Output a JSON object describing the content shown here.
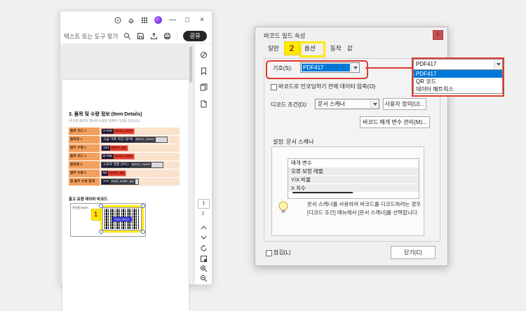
{
  "viewer": {
    "toolbar": {
      "search_label": "텍스트 또는 도구 찾기",
      "share_label": "공유"
    },
    "pager": {
      "current": "1",
      "total": "2"
    },
    "doc": {
      "heading": "3. 품목 및 수량 정보 (Item Details)",
      "subheading": "(주문할 품목의 정보와 수량을 정확히 기입해 주십시오)",
      "table": {
        "rows": [
          {
            "label": "품목 코드 1",
            "value": "A-229",
            "field": "item1_code",
            "style": "code"
          },
          {
            "label": "품목명 1",
            "value": "고급 가죽 지갑 (갈색)",
            "field": "item1_name",
            "style": "name"
          },
          {
            "label": "발주 수량 1",
            "value": "120",
            "field": "item1_qty",
            "style": "code"
          },
          {
            "label": "품목 코드 2",
            "value": "B-705",
            "field": "item2_code",
            "style": "code"
          },
          {
            "label": "품목명 2",
            "value": "스포츠 양말 (카드)",
            "field": "item2_name",
            "style": "name"
          },
          {
            "label": "발주 수량 2",
            "value": "50",
            "field": "item2_qty",
            "style": "code"
          },
          {
            "label": "총 발주 수량 합계",
            "value": "170",
            "field": "total_order_qty",
            "style": "total"
          }
        ]
      },
      "barcode": {
        "section_heading": "출고 요청 데이터 바코드",
        "cell_label": "전산용 바코드",
        "field_label": "Barcode21"
      }
    }
  },
  "annotations": {
    "step1": "1",
    "step2": "2"
  },
  "dialog": {
    "title": "바코드 필드 속성",
    "tabs": {
      "general": "일반",
      "options": "옵션",
      "actions": "동작",
      "value": "값"
    },
    "symbology": {
      "label": "기호(S):",
      "value": "PDF417"
    },
    "dropdown": {
      "value": "PDF417",
      "options": [
        "PDF417",
        "QR 코드",
        "데이터 매트릭스"
      ],
      "selected_index": 0
    },
    "compress_checkbox_label": "바코드로 인코딩하기 전에 데이터 압축(O)",
    "decode": {
      "label": "디코드 조건(D):",
      "value": "문서 스캐너"
    },
    "custom_button": "사용자 정의(U)...",
    "manage_button": "바코드 매개 변수 관리(M)...",
    "settings_label": "설정: 문서 스캐너",
    "params_list": [
      "매개 변수",
      "오류 보정 레벨",
      "Y/X 비율",
      "X 치수"
    ],
    "tip_line1": "문서 스캐너를 사용하여 바코드를 디코드하려는 경우",
    "tip_line2": "[디코드 조건] 메뉴에서 [문서 스캐너]를 선택합니다.",
    "lock_checkbox_label": "잠김(L)",
    "close_button": "닫기(C)"
  },
  "colors": {
    "selection_blue": "#0078d7",
    "annotation_red": "#e03a2f",
    "highlight_yellow": "#ffe900",
    "table_label_orange": "#f2a05e",
    "table_row_orange": "#fbe2cd",
    "share_button_black": "#262626",
    "barcode_label_blue": "#2e2ecc",
    "dialog_close_red": "#c75050"
  }
}
